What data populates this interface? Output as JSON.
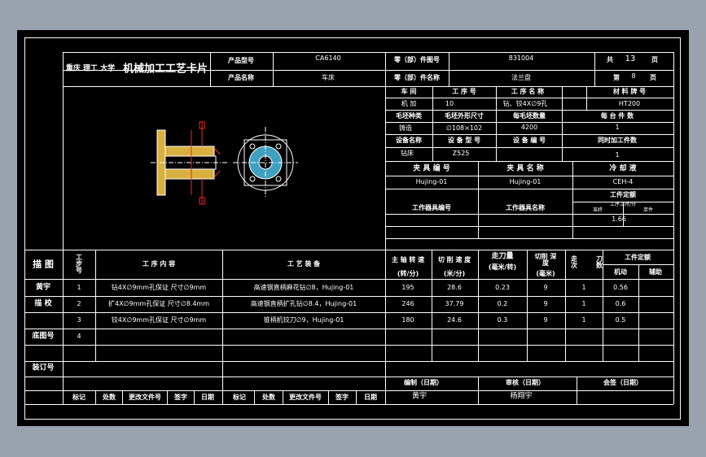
{
  "header": {
    "school": "重庆 理工 大学",
    "card_title": "机械加工工艺卡片",
    "product_model_label": "产品型号",
    "product_model": "CA6140",
    "part_no_label": "零（部）件图号",
    "part_no": "831004",
    "total_label": "共",
    "total_pages": "13",
    "page_unit": "页",
    "product_name_label": "产品名称",
    "product_name": "车床",
    "part_name_label": "零（部）件名称",
    "part_name": "法兰盘",
    "sheet_label": "第",
    "sheet_no": "8",
    "sheet_unit": "页"
  },
  "info": {
    "workshop_label": "车 间",
    "op_no_label": "工 序 号",
    "op_name_label": "工 序 名 称",
    "material_label": "材 料 牌 号",
    "workshop": "机 加",
    "op_no": "10",
    "op_name": "钻、铰4X∅9孔",
    "material": "HT200",
    "blank_type_label": "毛坯种类",
    "blank_size_label": "毛坯外形尺寸",
    "blank_count_label": "每毛坯数量",
    "per_unit_label": "每 台 件 数",
    "blank_type": "铸造",
    "blank_size": "∅108×102",
    "blank_count": "4200",
    "per_unit": "1",
    "equip_name_label": "设备名称",
    "equip_model_label": "设 备 型 号",
    "equip_no_label": "设 备 编 号",
    "simul_label": "同时加工件数",
    "equip_name": "钻床",
    "equip_model": "Z525",
    "simul": "1",
    "fixture_no_label": "夹 具 编 号",
    "fixture_name_label": "夹 具 名 称",
    "coolant_label": "冷 却 液",
    "fixture_no": "Hujing-01",
    "fixture_name": "Hujing-01",
    "coolant": "CEH-4",
    "quota_label": "工件定额",
    "quota_sub": "工序工时/分",
    "prep_label": "准终",
    "unit_label": "单件",
    "station_tool_no_label": "工作器具编号",
    "station_tool_name_label": "工作器具名称",
    "unit_time": "1.66"
  },
  "table": {
    "draw_label": "描 图",
    "step_no_label": "工 步 号",
    "content_label": "工 序 内 容",
    "equip_label": "工 艺 装 备",
    "speed_label": "主 轴 转 速",
    "speed_unit": "(转/分)",
    "cut_speed_label": "切 削 速 度",
    "cut_speed_unit": "(米/分)",
    "feed_label": "走刀量",
    "feed_unit": "(毫米/转)",
    "depth_label": "切削 深度",
    "depth_unit": "(毫米)",
    "passes_label": "走 次",
    "passes_label2": "刀 数",
    "time_label": "工件定额",
    "machine_label": "机动",
    "aux_label": "辅助",
    "rows": [
      {
        "left": "黄宇",
        "no": "1",
        "content": "钻4X∅9mm孔保证 尺寸∅9mm",
        "equip": "高速钢直柄麻花钻∅8，Hujing-01",
        "speed": "195",
        "cut": "28.6",
        "feed": "0.23",
        "depth": "9",
        "pass": "1",
        "time": "0.56"
      },
      {
        "left": "描 校",
        "no": "2",
        "content": "扩4X∅9mm孔保证 尺寸∅8.4mm",
        "equip": "高速钢直柄扩孔钻∅8.4，Hujing-01",
        "speed": "246",
        "cut": "37.79",
        "feed": "0.2",
        "depth": "9",
        "pass": "1",
        "time": "0.6"
      },
      {
        "left": "",
        "no": "3",
        "content": "铰4X∅9mm孔保证 尺寸∅9mm",
        "equip": "锥柄机铰刀∅9，Hujing-01",
        "speed": "180",
        "cut": "24.6",
        "feed": "0.3",
        "depth": "9",
        "pass": "1",
        "time": "0.5"
      },
      {
        "left": "底图号",
        "no": "4",
        "content": "",
        "equip": "",
        "speed": "",
        "cut": "",
        "feed": "",
        "depth": "",
        "pass": "",
        "time": ""
      }
    ],
    "bind_label": "装订号"
  },
  "footer": {
    "labels": [
      "标记",
      "处数",
      "更改文件号",
      "签字",
      "日期",
      "标记",
      "处数",
      "更改文件号",
      "签字",
      "日期"
    ],
    "compiled_label": "编制（日期）",
    "reviewed_label": "审核（日期）",
    "signed_label": "会签（日期）",
    "compiled_by": "黄宇",
    "reviewed_by": "杨翔宇"
  },
  "drawing": {
    "marks": [
      "I",
      "II"
    ]
  },
  "colors": {
    "sheet": "#000000",
    "background": "#9aa3ad",
    "line": "#ffffff",
    "accent_red": "#ff2020",
    "part_fill": "#d8b040",
    "part_fill2": "#40a0c0"
  }
}
